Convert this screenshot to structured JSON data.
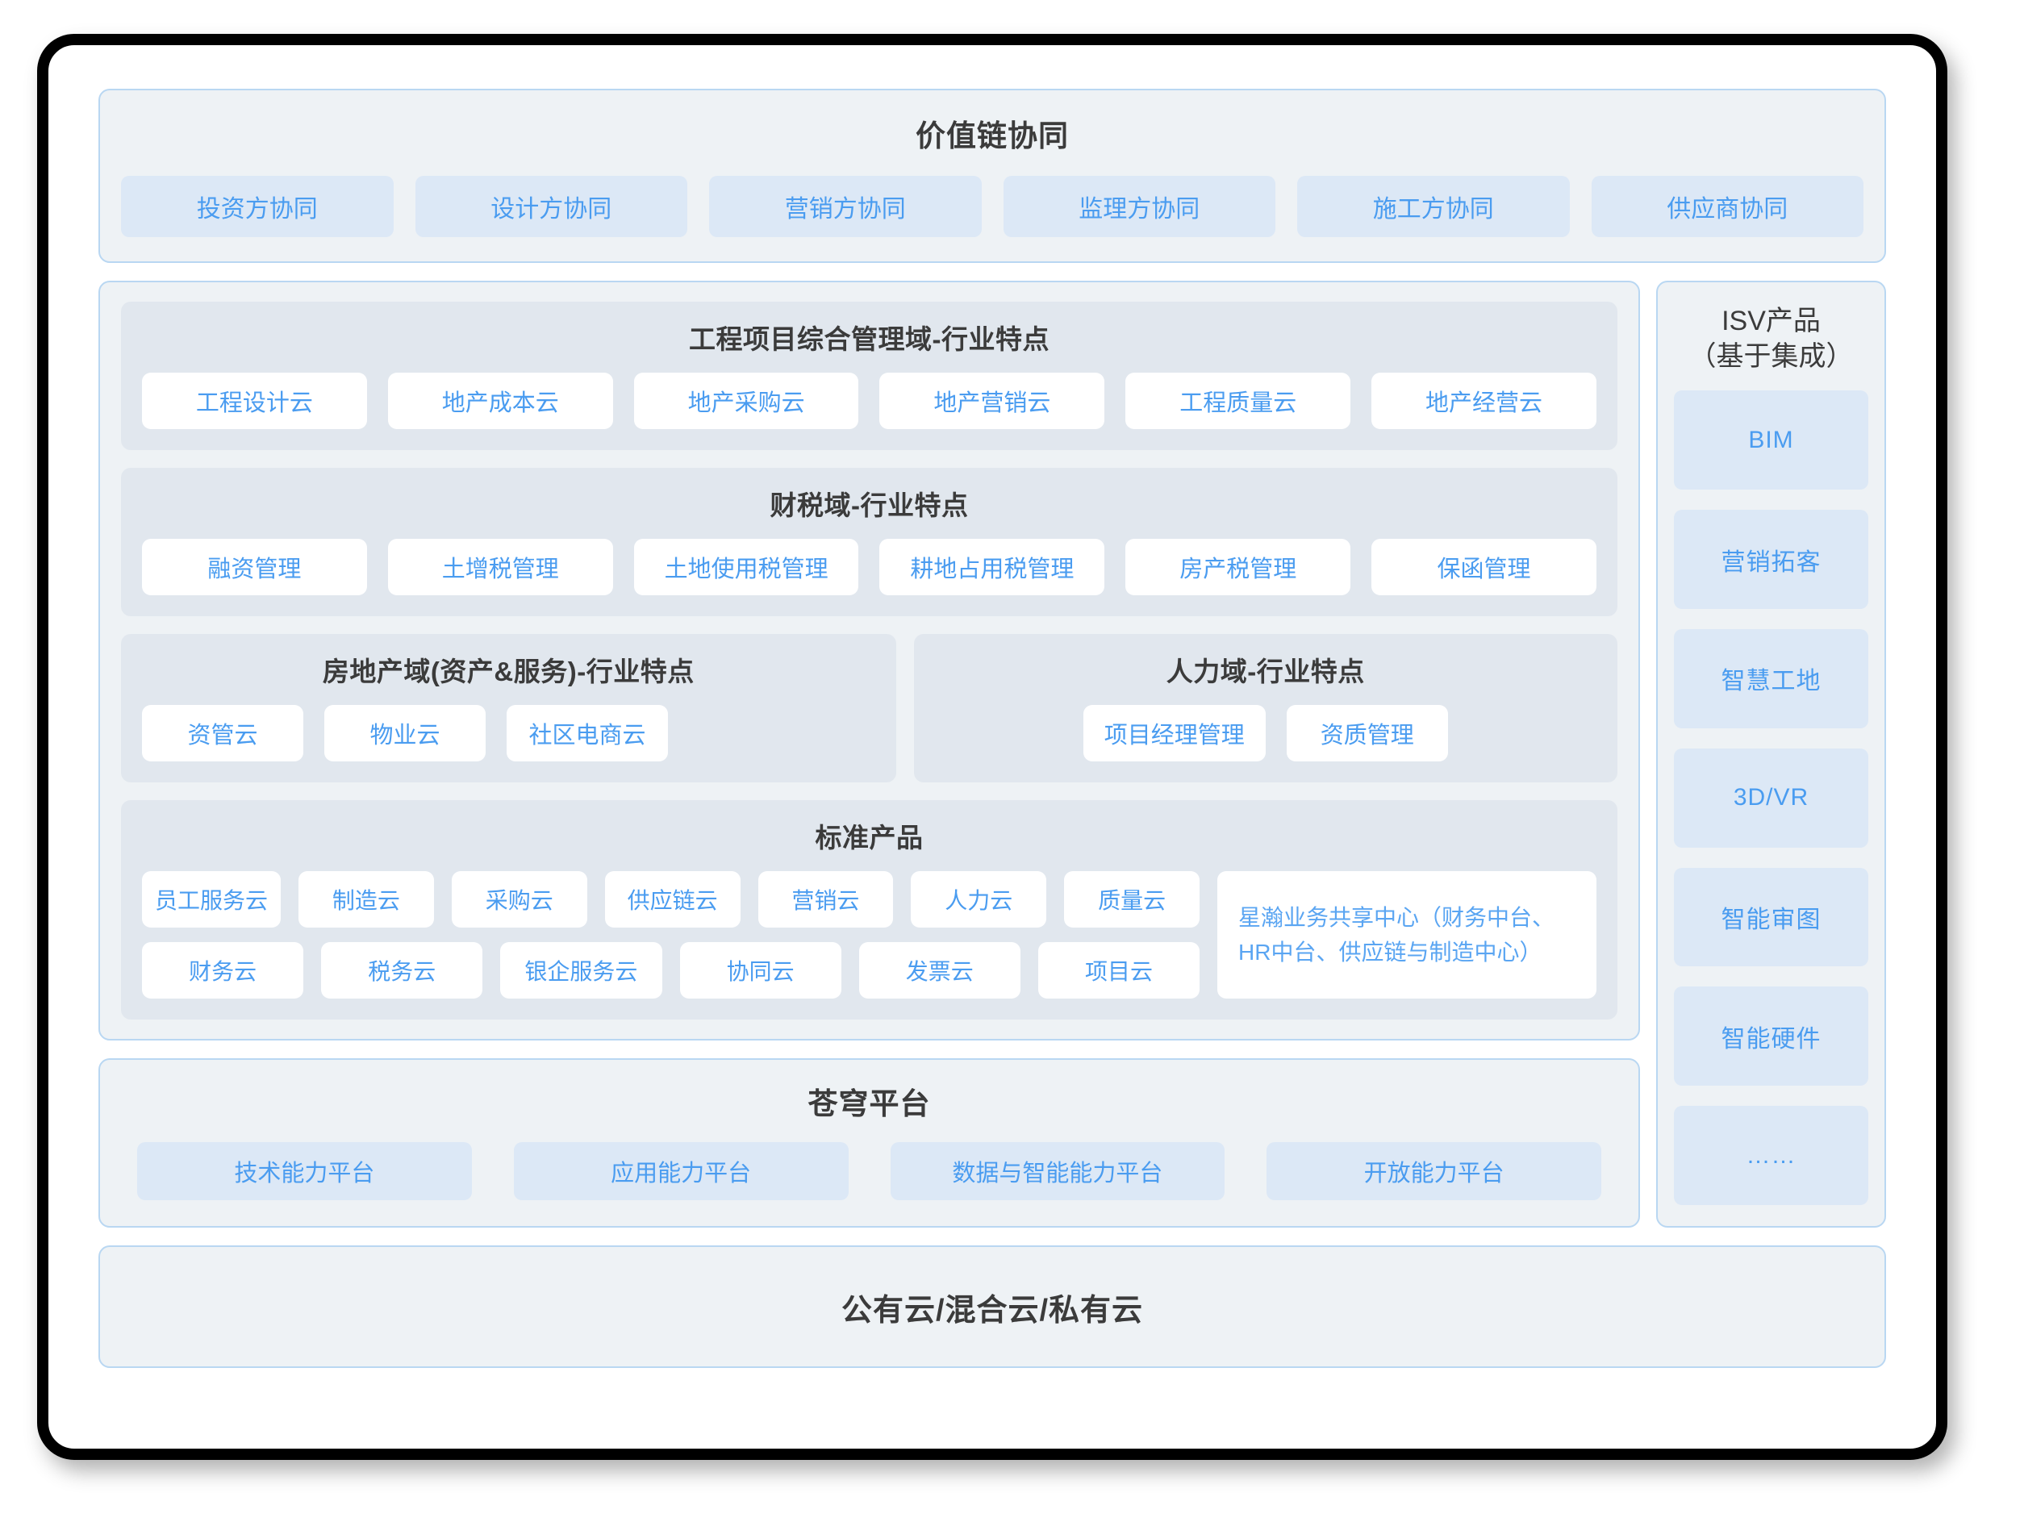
{
  "value_chain": {
    "title": "价值链协同",
    "items": [
      {
        "label": "投资方协同"
      },
      {
        "label": "设计方协同"
      },
      {
        "label": "营销方协同"
      },
      {
        "label": "监理方协同"
      },
      {
        "label": "施工方协同"
      },
      {
        "label": "供应商协同"
      }
    ]
  },
  "domains": {
    "engineering": {
      "title": "工程项目综合管理域-行业特点",
      "items": [
        {
          "label": "工程设计云"
        },
        {
          "label": "地产成本云"
        },
        {
          "label": "地产采购云"
        },
        {
          "label": "地产营销云"
        },
        {
          "label": "工程质量云"
        },
        {
          "label": "地产经营云"
        }
      ]
    },
    "fiscal": {
      "title": "财税域-行业特点",
      "items": [
        {
          "label": "融资管理"
        },
        {
          "label": "土增税管理"
        },
        {
          "label": "土地使用税管理"
        },
        {
          "label": "耕地占用税管理"
        },
        {
          "label": "房产税管理"
        },
        {
          "label": "保函管理"
        }
      ]
    },
    "realestate": {
      "title": "房地产域(资产&服务)-行业特点",
      "items": [
        {
          "label": "资管云"
        },
        {
          "label": "物业云"
        },
        {
          "label": "社区电商云"
        }
      ]
    },
    "hr": {
      "title": "人力域-行业特点",
      "items": [
        {
          "label": "项目经理管理"
        },
        {
          "label": "资质管理"
        }
      ]
    },
    "standard": {
      "title": "标准产品",
      "row1": [
        {
          "label": "员工服务云"
        },
        {
          "label": "制造云"
        },
        {
          "label": "采购云"
        },
        {
          "label": "供应链云"
        },
        {
          "label": "营销云"
        },
        {
          "label": "人力云"
        },
        {
          "label": "质量云"
        }
      ],
      "row2": [
        {
          "label": "财务云"
        },
        {
          "label": "税务云"
        },
        {
          "label": "银企服务云"
        },
        {
          "label": "协同云"
        },
        {
          "label": "发票云"
        },
        {
          "label": "项目云"
        }
      ],
      "shared_center": "星瀚业务共享中心（财务中台、HR中台、供应链与制造中心）"
    }
  },
  "isv": {
    "title_line1": "ISV产品",
    "title_line2": "（基于集成）",
    "items": [
      {
        "label": "BIM"
      },
      {
        "label": "营销拓客"
      },
      {
        "label": "智慧工地"
      },
      {
        "label": "3D/VR"
      },
      {
        "label": "智能审图"
      },
      {
        "label": "智能硬件"
      },
      {
        "label": "……"
      }
    ]
  },
  "platform": {
    "title": "苍穹平台",
    "items": [
      {
        "label": "技术能力平台"
      },
      {
        "label": "应用能力平台"
      },
      {
        "label": "数据与智能能力平台"
      },
      {
        "label": "开放能力平台"
      }
    ]
  },
  "cloud": {
    "title": "公有云/混合云/私有云"
  },
  "colors": {
    "accent_blue": "#4a9cf0",
    "panel_bg": "#eef2f5",
    "panel_border": "#b9d7f2",
    "group_bg": "#e1e7ee",
    "chip_blue_bg": "#dce8f6",
    "text_dark": "#3b3b3b"
  }
}
